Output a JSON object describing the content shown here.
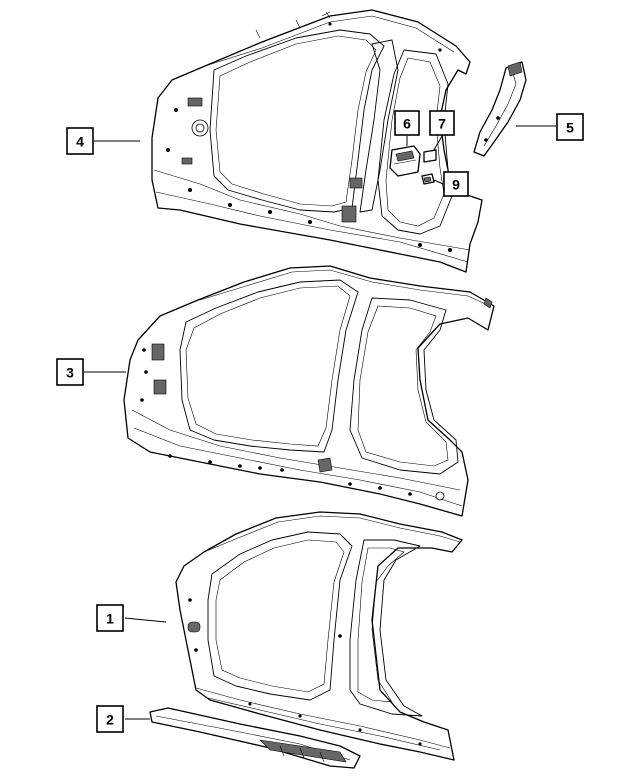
{
  "callouts": [
    {
      "id": "c1",
      "label": "1"
    },
    {
      "id": "c2",
      "label": "2"
    },
    {
      "id": "c3",
      "label": "3"
    },
    {
      "id": "c4",
      "label": "4"
    },
    {
      "id": "c5",
      "label": "5"
    },
    {
      "id": "c6",
      "label": "6"
    },
    {
      "id": "c7",
      "label": "7"
    },
    {
      "id": "c9",
      "label": "9"
    }
  ]
}
